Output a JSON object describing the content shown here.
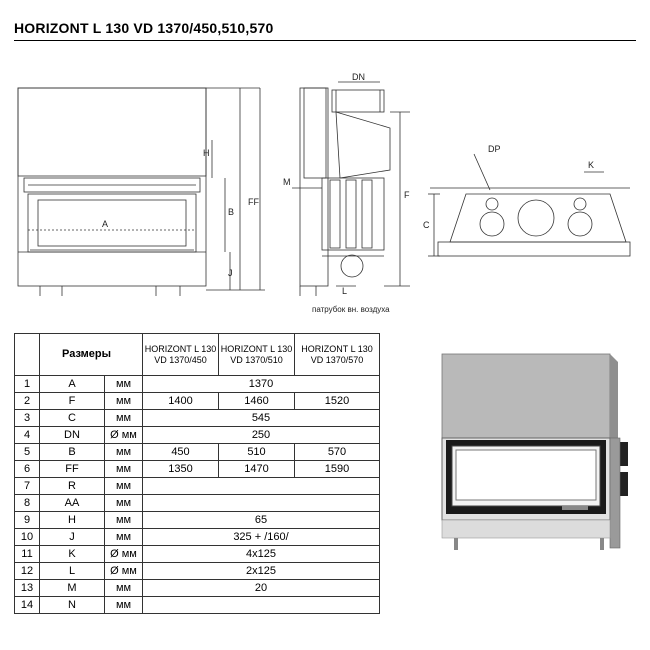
{
  "title": "HORIZONT L 130 VD 1370/450,510,570",
  "drawing_labels": {
    "dn": "DN",
    "dp": "DP",
    "k": "K",
    "h": "H",
    "b": "B",
    "ff": "FF",
    "a": "A",
    "j": "J",
    "m": "M",
    "f": "F",
    "c": "C",
    "l": "L",
    "air_inlet": "патрубок вн. воздуха"
  },
  "table": {
    "header_label": "Размеры",
    "columns": [
      "HORIZONT L 130 VD 1370/450",
      "HORIZONT L 130 VD 1370/510",
      "HORIZONT L 130 VD 1370/570"
    ],
    "rows": [
      {
        "n": "1",
        "sym": "A",
        "unit": "мм",
        "vals": [
          "1370"
        ]
      },
      {
        "n": "2",
        "sym": "F",
        "unit": "мм",
        "vals": [
          "1400",
          "1460",
          "1520"
        ]
      },
      {
        "n": "3",
        "sym": "C",
        "unit": "мм",
        "vals": [
          "545"
        ]
      },
      {
        "n": "4",
        "sym": "DN",
        "unit": "Ø мм",
        "vals": [
          "250"
        ]
      },
      {
        "n": "5",
        "sym": "B",
        "unit": "мм",
        "vals": [
          "450",
          "510",
          "570"
        ]
      },
      {
        "n": "6",
        "sym": "FF",
        "unit": "мм",
        "vals": [
          "1350",
          "1470",
          "1590"
        ]
      },
      {
        "n": "7",
        "sym": "R",
        "unit": "мм",
        "vals": [
          ""
        ]
      },
      {
        "n": "8",
        "sym": "AA",
        "unit": "мм",
        "vals": [
          ""
        ]
      },
      {
        "n": "9",
        "sym": "H",
        "unit": "мм",
        "vals": [
          "65"
        ]
      },
      {
        "n": "10",
        "sym": "J",
        "unit": "мм",
        "vals": [
          "325 + /160/"
        ]
      },
      {
        "n": "11",
        "sym": "K",
        "unit": "Ø мм",
        "vals": [
          "4x125"
        ]
      },
      {
        "n": "12",
        "sym": "L",
        "unit": "Ø мм",
        "vals": [
          "2x125"
        ]
      },
      {
        "n": "13",
        "sym": "M",
        "unit": "мм",
        "vals": [
          "20"
        ]
      },
      {
        "n": "14",
        "sym": "N",
        "unit": "мм",
        "vals": [
          ""
        ]
      }
    ]
  }
}
